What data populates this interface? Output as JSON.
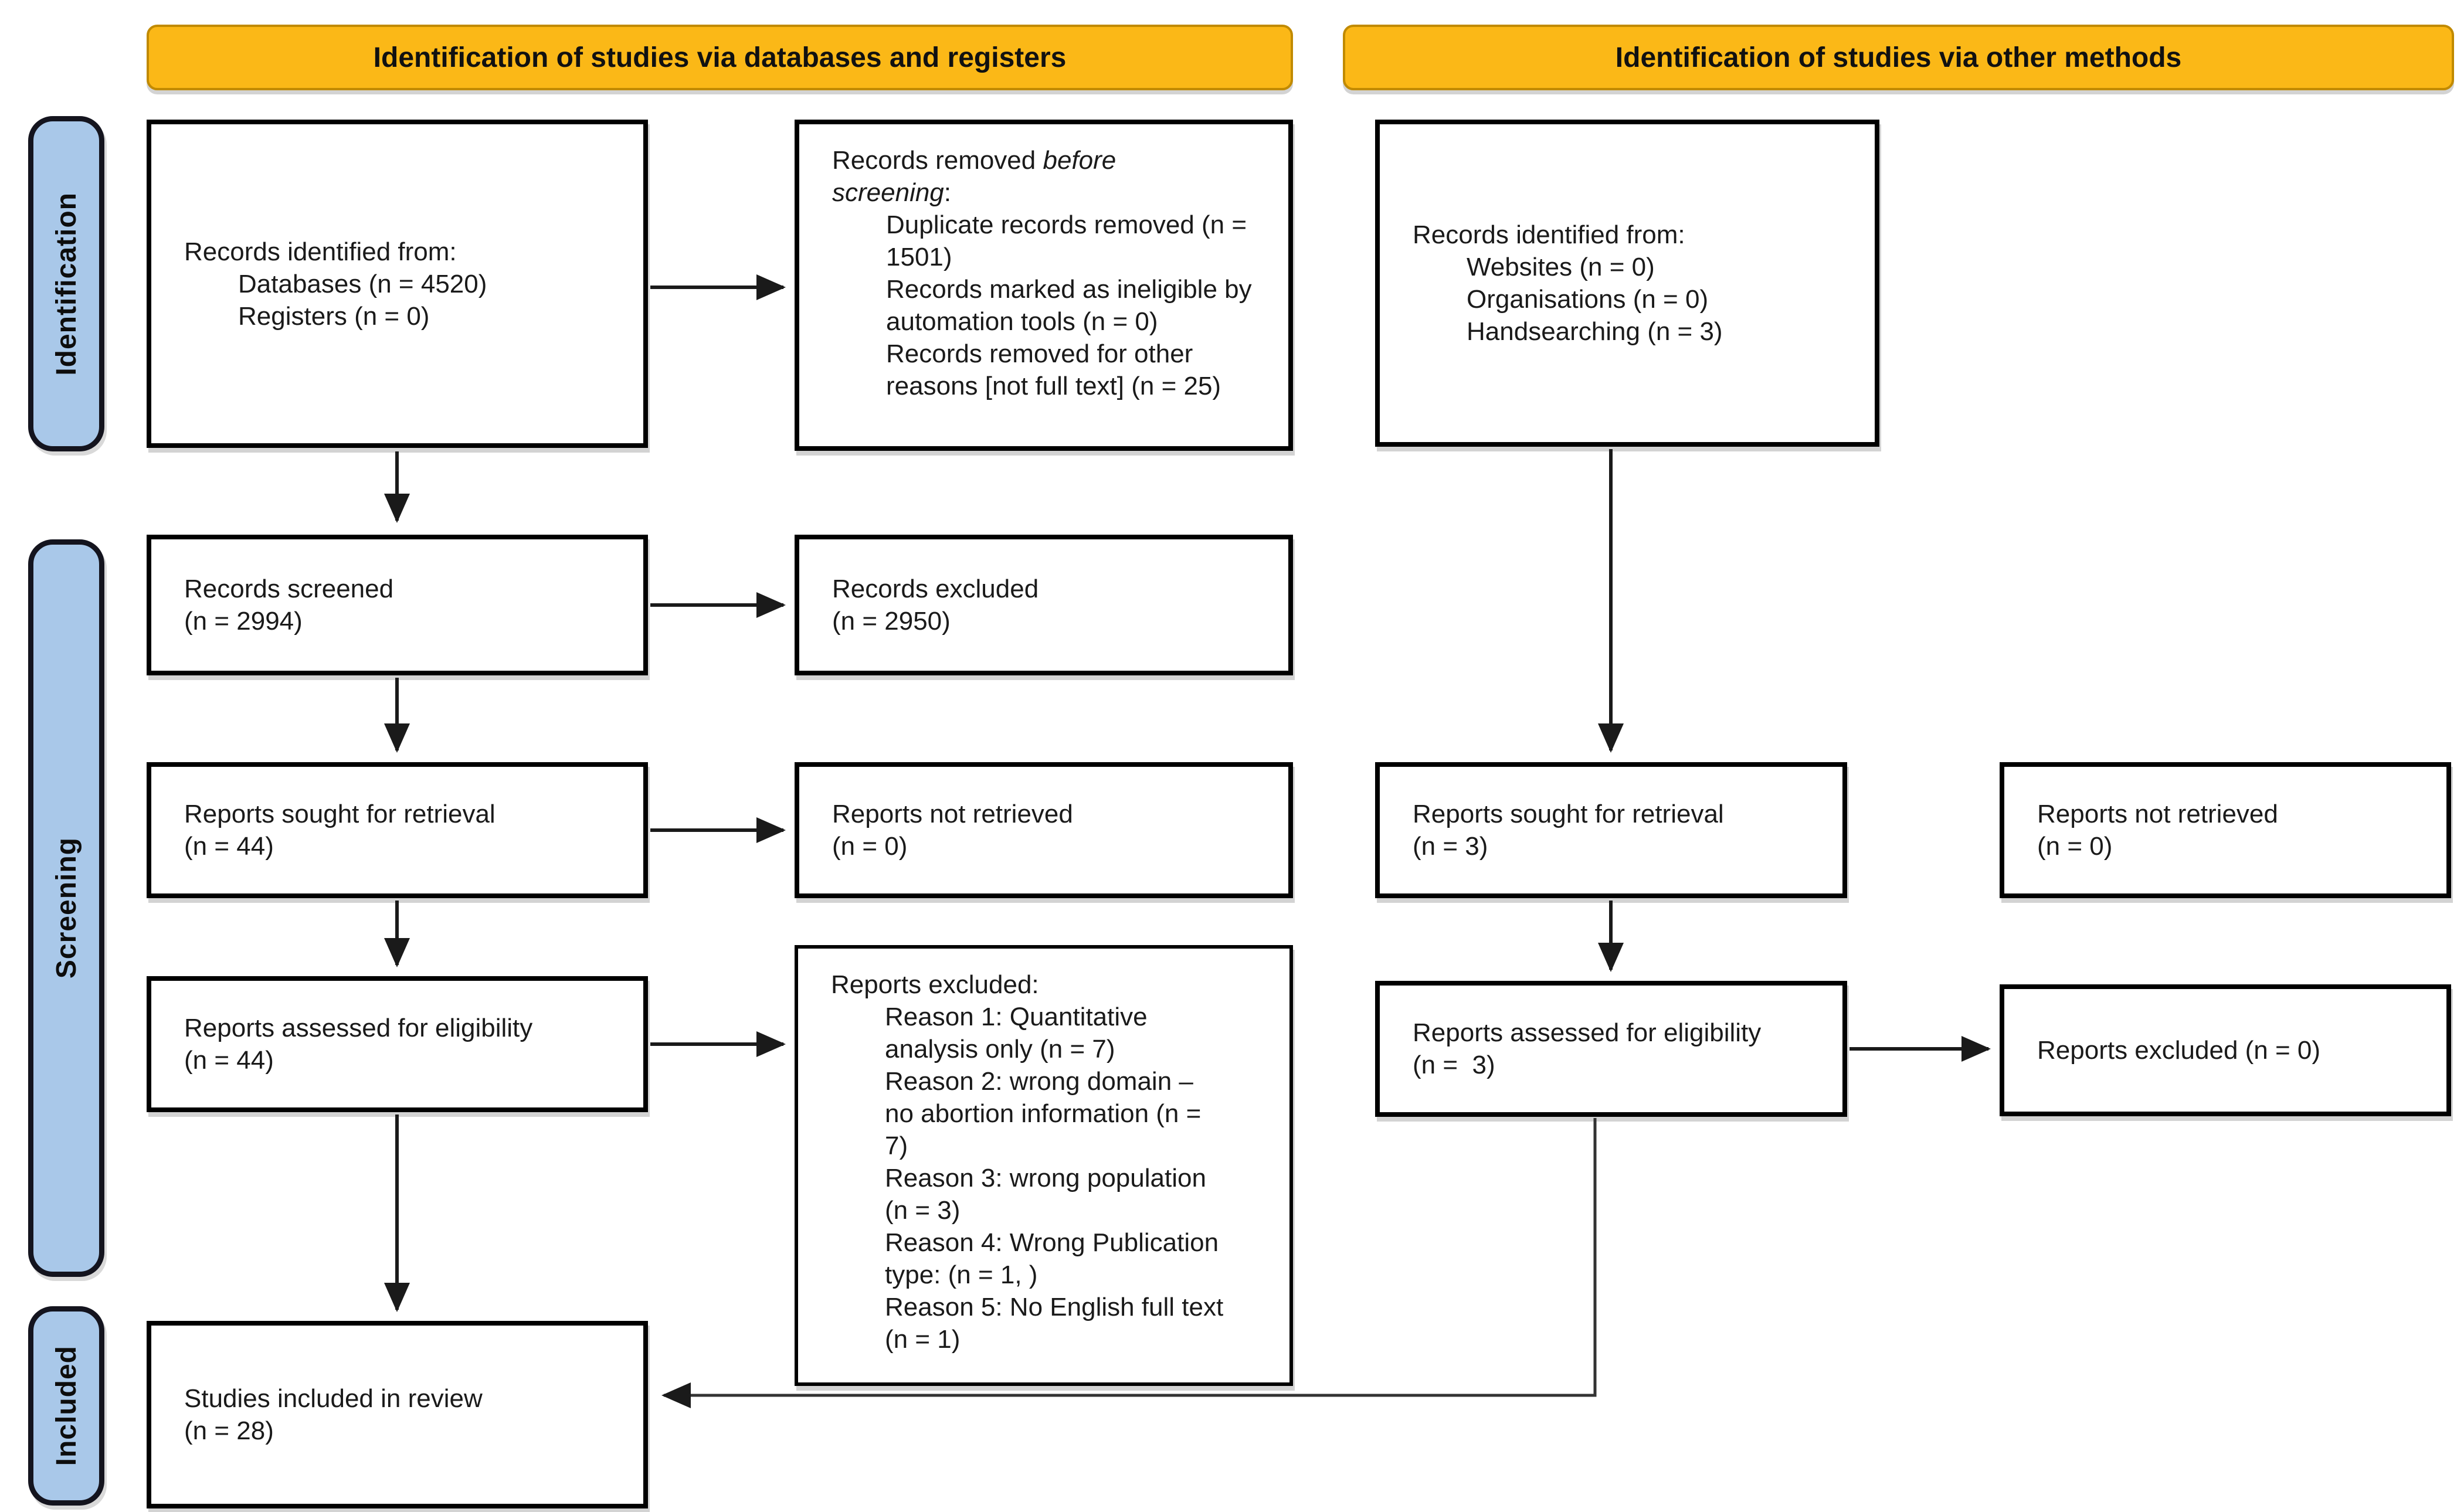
{
  "banners": {
    "databases": "Identification of studies via databases and registers",
    "other": "Identification of studies via other methods"
  },
  "stages": {
    "identification": "Identification",
    "screening": "Screening",
    "included": "Included"
  },
  "boxes": {
    "records_identified_db": {
      "title": "Records identified from:",
      "items": [
        "Databases (n = 4520)",
        "Registers (n = 0)"
      ]
    },
    "records_removed": {
      "title_prefix": "Records removed ",
      "title_italic": "before screening",
      "title_suffix": ":",
      "items": [
        "Duplicate records removed (n = 1501)",
        "Records marked as ineligible by automation tools (n = 0)",
        "Records removed for other reasons [not full text] (n = 25)"
      ]
    },
    "records_identified_other": {
      "title": "Records identified from:",
      "items": [
        "Websites (n = 0)",
        "Organisations (n = 0)",
        "Handsearching (n = 3)"
      ]
    },
    "records_screened": {
      "text": "Records screened\n(n = 2994)"
    },
    "records_excluded": {
      "text": "Records excluded\n(n = 2950)"
    },
    "reports_sought_db": {
      "text": "Reports sought for retrieval\n(n = 44)"
    },
    "reports_not_retrieved_db": {
      "text": "Reports not retrieved\n(n = 0)"
    },
    "reports_sought_other": {
      "text": "Reports sought for retrieval\n(n = 3)"
    },
    "reports_not_retrieved_other": {
      "text": "Reports not retrieved\n(n = 0)"
    },
    "reports_assessed_db": {
      "text": "Reports assessed for eligibility\n(n = 44)"
    },
    "reports_excluded_reasons": {
      "title": "Reports excluded:",
      "items": [
        "Reason 1: Quantitative analysis only (n = 7)",
        "Reason 2: wrong domain – no abortion information (n = 7)",
        "Reason 3: wrong population (n = 3)",
        "Reason 4: Wrong Publication type: (n = 1, )",
        "Reason 5: No English full text (n = 1)"
      ]
    },
    "reports_assessed_other": {
      "text": "Reports assessed for eligibility\n(n =  3)"
    },
    "reports_excluded_other": {
      "text": "Reports excluded (n = 0)"
    },
    "studies_included": {
      "text": "Studies included in review\n(n = 28)"
    }
  },
  "colors": {
    "banner_fill": "#FBB817",
    "banner_border": "#C18A00",
    "stage_fill": "#A9C8E9",
    "stage_border": "#14141E",
    "box_border": "#000000",
    "line": "#1A1A1A"
  }
}
